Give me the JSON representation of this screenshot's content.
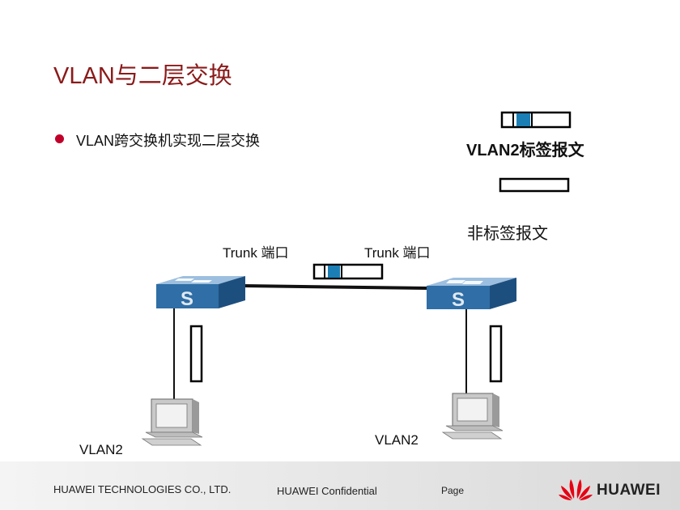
{
  "title": "VLAN与二层交换",
  "bullet": "VLAN跨交换机实现二层交换",
  "legend": {
    "tagged_label": "VLAN2标签报文",
    "untagged_label": "非标签报文"
  },
  "trunk_left": "Trunk 端口",
  "trunk_right": "Trunk 端口",
  "switch_left_letter": "S",
  "switch_right_letter": "S",
  "vlan_left": "VLAN2",
  "vlan_right": "VLAN2",
  "footer": {
    "company": "HUAWEI TECHNOLOGIES CO., LTD.",
    "confidential": "HUAWEI Confidential",
    "page": "Page",
    "logo": "HUAWEI"
  },
  "colors": {
    "title": "#8b1a1a",
    "bullet": "#c0002a",
    "switch_top": "#7ea9cf",
    "switch_front": "#2f6ea6",
    "tag": "#1b7fb5",
    "logo": "#e60012"
  },
  "icons": [
    "switch-icon",
    "computer-icon",
    "huawei-logo-icon"
  ]
}
